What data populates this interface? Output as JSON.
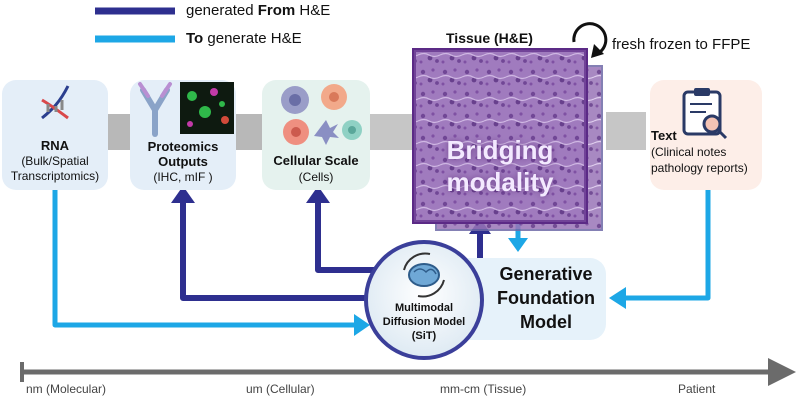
{
  "legend": {
    "item1_prefix": "generated ",
    "item1_bold": "From",
    "item1_suffix": " H&E",
    "item2_bold": "To",
    "item2_suffix": " generate H&E",
    "color_from": "#2e2f8f",
    "color_to": "#1da7e6"
  },
  "tissue": {
    "title": "Tissue (H&E)",
    "line1": "Bridging",
    "line2": "modality",
    "loop_label": "fresh frozen to FFPE"
  },
  "rna": {
    "title": "RNA",
    "line1": "(Bulk/Spatial",
    "line2": "Transcriptomics)"
  },
  "proteomics": {
    "title_line1": "Proteomics",
    "title_line2": "Outputs",
    "sub": "(IHC,  mIF  )"
  },
  "cellular": {
    "title": "Cellular Scale",
    "sub": "(Cells)"
  },
  "text_node": {
    "title": "Text",
    "line1": "(Clinical notes",
    "line2": "pathology reports)"
  },
  "model": {
    "title_line1": "Generative",
    "title_line2": "Foundation",
    "title_line3": "Model",
    "circle_line1": "Multimodal",
    "circle_line2": "Diffusion Model",
    "circle_line3": "(SiT)"
  },
  "scale": {
    "label_nm": "nm (Molecular)",
    "label_um": "um (Cellular)",
    "label_mm": "mm-cm (Tissue)",
    "label_patient": "Patient"
  }
}
